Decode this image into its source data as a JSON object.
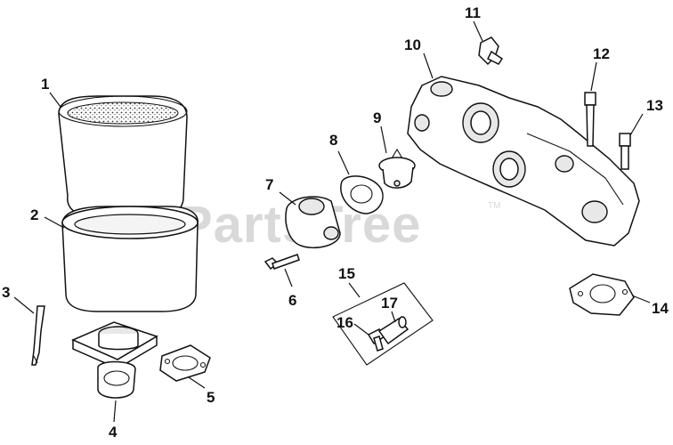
{
  "watermark": {
    "text": "PartsTree",
    "trademark": "TM"
  },
  "callouts": [
    {
      "id": "1",
      "label": "1"
    },
    {
      "id": "2",
      "label": "2"
    },
    {
      "id": "3",
      "label": "3"
    },
    {
      "id": "4",
      "label": "4"
    },
    {
      "id": "5",
      "label": "5"
    },
    {
      "id": "6",
      "label": "6"
    },
    {
      "id": "7",
      "label": "7"
    },
    {
      "id": "8",
      "label": "8"
    },
    {
      "id": "9",
      "label": "9"
    },
    {
      "id": "10",
      "label": "10"
    },
    {
      "id": "11",
      "label": "11"
    },
    {
      "id": "12",
      "label": "12"
    },
    {
      "id": "13",
      "label": "13"
    },
    {
      "id": "14",
      "label": "14"
    },
    {
      "id": "15",
      "label": "15"
    },
    {
      "id": "16",
      "label": "16"
    },
    {
      "id": "17",
      "label": "17"
    }
  ]
}
